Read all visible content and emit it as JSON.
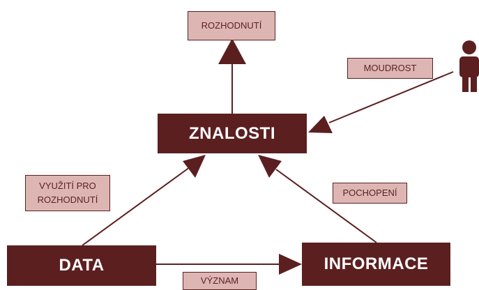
{
  "colors": {
    "dark": "#5b1f20",
    "light": "#ddb6b3",
    "background": "#ffffff"
  },
  "nodes": {
    "znalosti": "ZNALOSTI",
    "data": "DATA",
    "informace": "INFORMACE"
  },
  "labels": {
    "rozhodnuti": "ROZHODNUTÍ",
    "moudrost": "MOUDROST",
    "vyuziti_line1": "VYUŽITÍ PRO",
    "vyuziti_line2": "ROZHODNUTÍ",
    "pochopeni": "POCHOPENÍ",
    "vyznam": "VÝZNAM"
  },
  "icons": {
    "person": "person-icon"
  }
}
